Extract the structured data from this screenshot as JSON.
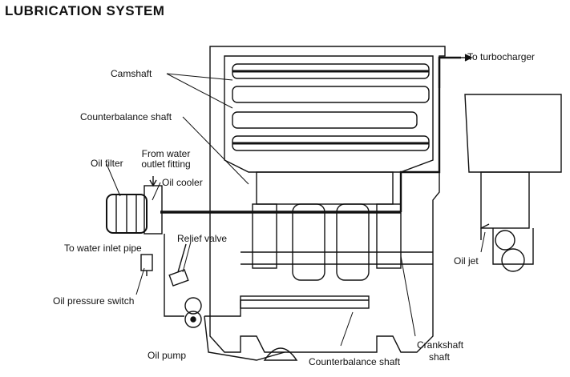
{
  "title": "LUBRICATION SYSTEM",
  "labels": {
    "turbocharger": "To turbocharger",
    "camshaft": "Camshaft",
    "counterbalance_shaft_top": "Counterbalance shaft",
    "from_water_line1": "From water",
    "from_water_line2": "outlet fitting",
    "oil_filter": "Oil filter",
    "oil_cooler": "Oil cooler",
    "water_inlet": "To water inlet pipe",
    "relief_valve": "Relief valve",
    "oil_pressure_switch": "Oil  pressure switch",
    "oil_pump": "Oil pump",
    "counterbalance_shaft_bottom": "Counterbalance   shaft",
    "crankshaft_line1": "Crankshaft",
    "crankshaft_line2": "shaft",
    "oil_jet": "Oil jet"
  }
}
